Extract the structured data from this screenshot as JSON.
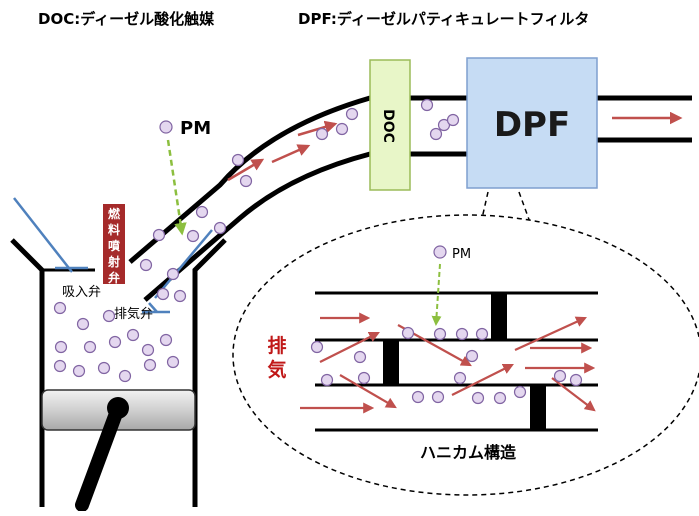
{
  "titles": {
    "doc": "DOC:ディーゼル酸化触媒",
    "dpf": "DPF:ディーゼルパティキュレートフィルタ"
  },
  "labels": {
    "pm_main": "PM",
    "pm_bubble": "PM",
    "doc_box": "DOC",
    "dpf_box": "DPF",
    "intake_valve": "吸入弁",
    "exhaust_valve": "排気弁",
    "fuel_injector": "燃料噴射弁",
    "exhaust_gas": "排気",
    "honeycomb": "ハニカム構造"
  },
  "colors": {
    "doc_fill": "#e8f6c8",
    "doc_stroke": "#9bbb59",
    "dpf_fill": "#c6dcf4",
    "dpf_stroke": "#7f9fcf",
    "arrow": "#c0504d",
    "particle_fill": "#e4d7ef",
    "particle_stroke": "#8064a2",
    "injector": "#a52a2a",
    "valve": "#4f81bd",
    "pm_trace": "#8cbf3f"
  }
}
